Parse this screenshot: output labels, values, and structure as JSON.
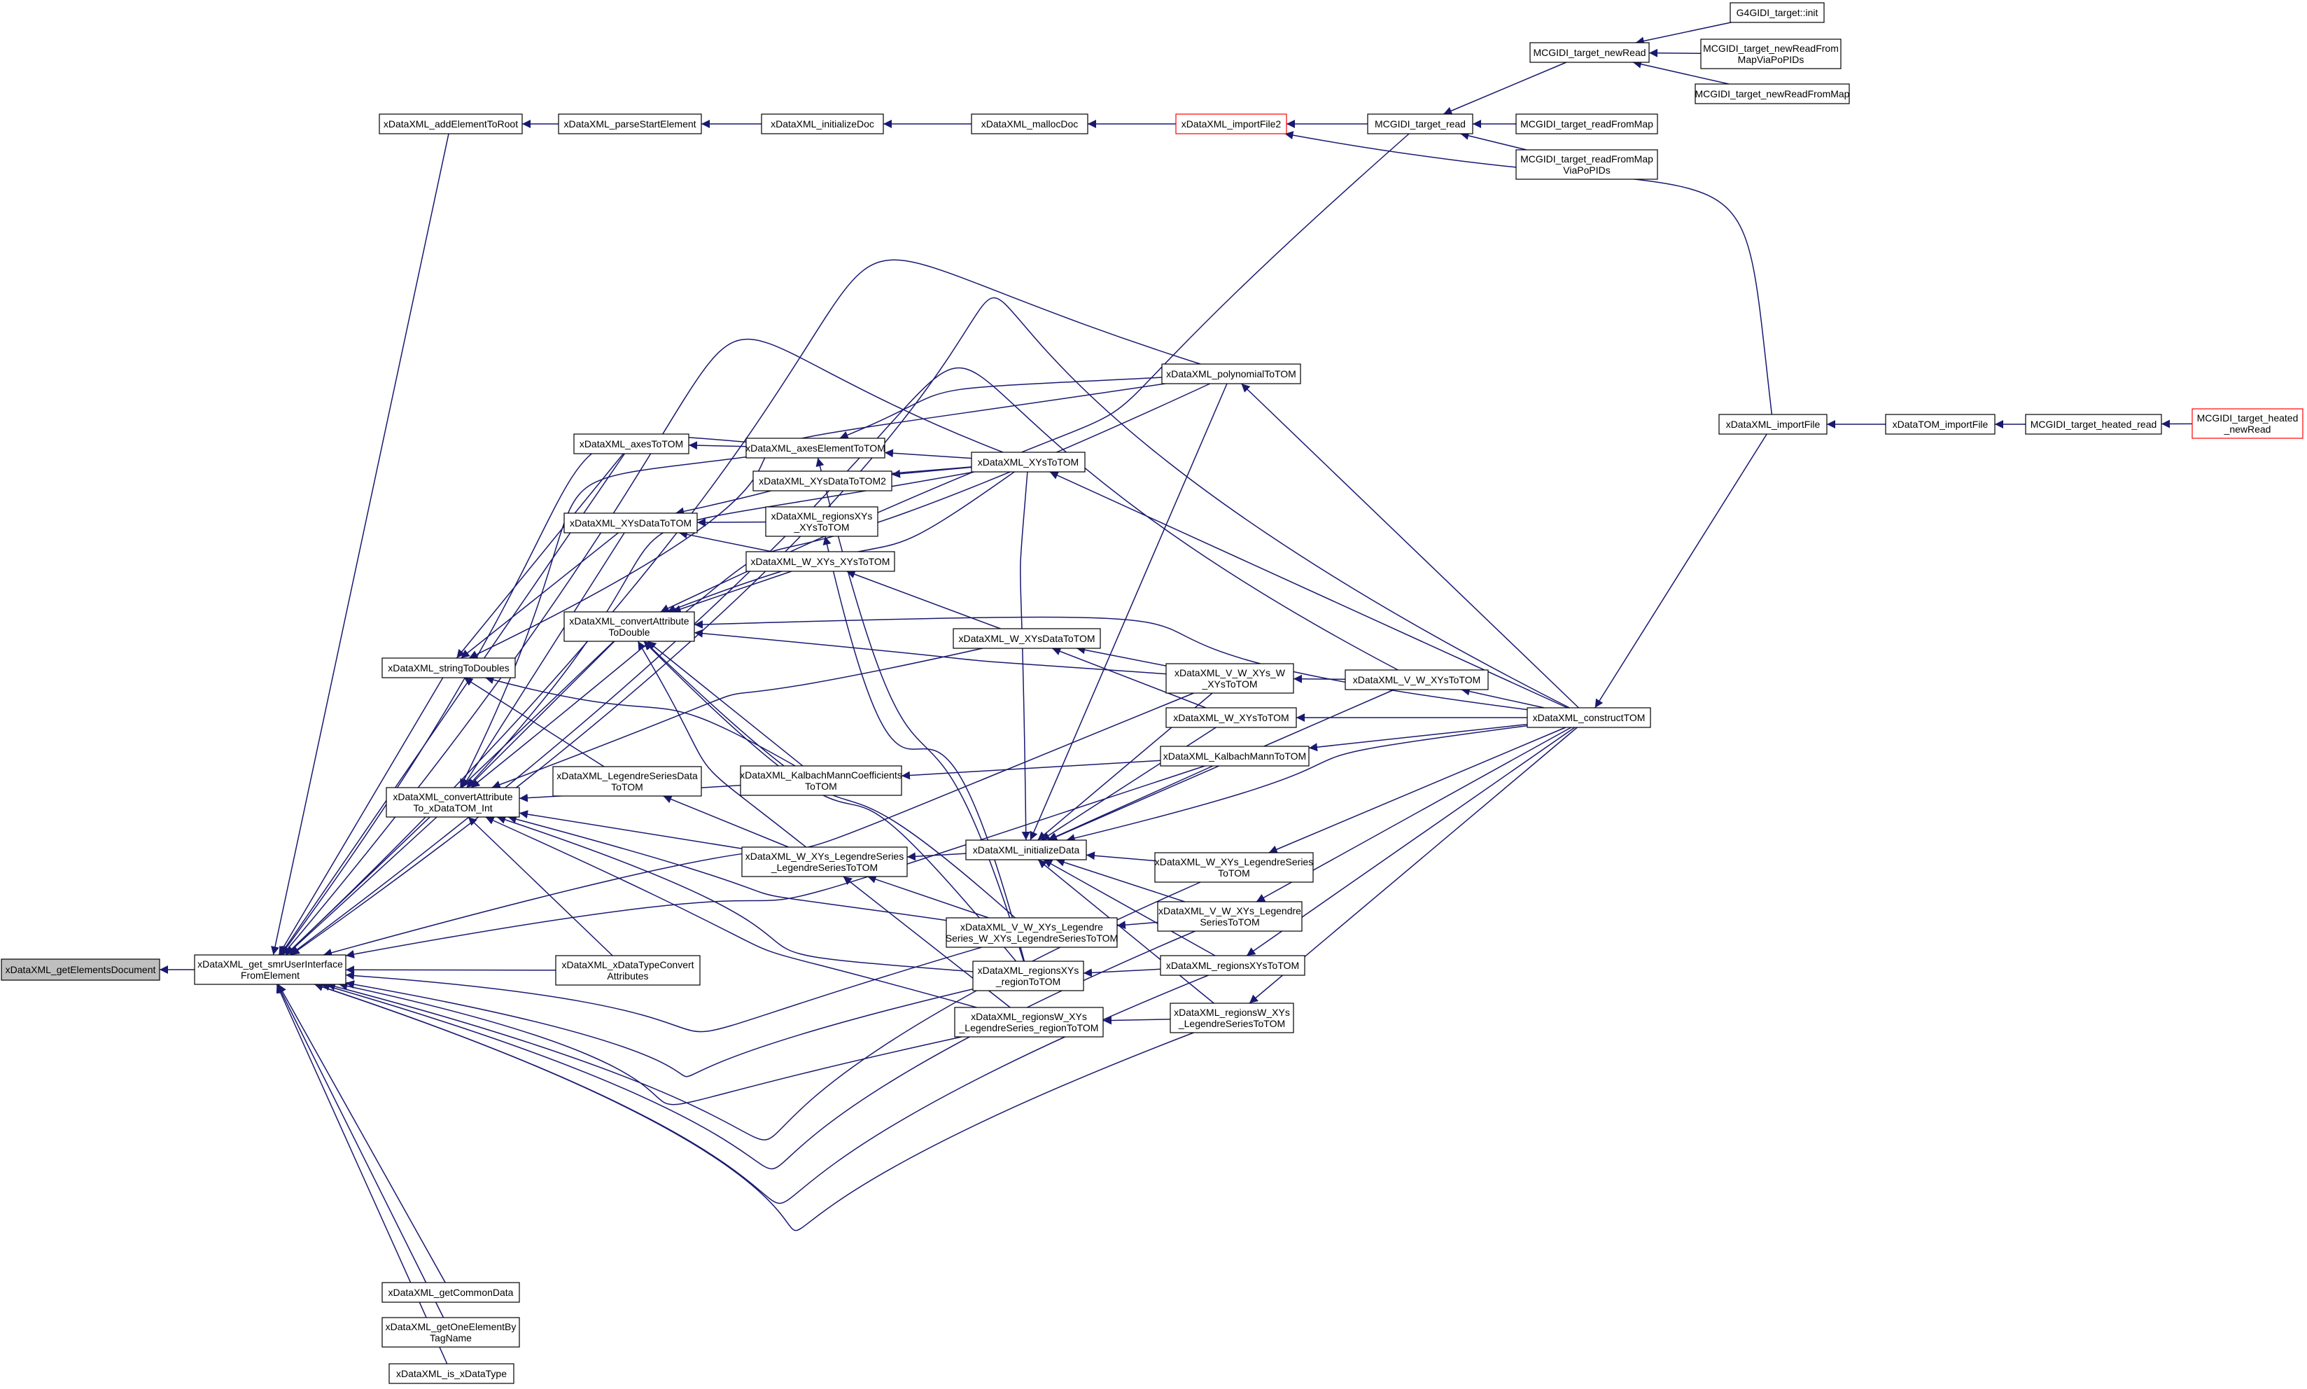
{
  "graph": {
    "colors": {
      "edge": "#191970",
      "node_border": "#000000",
      "root_fill": "#bfbfbf",
      "truncated_border": "#ff0000",
      "background": "#ffffff"
    },
    "nodes": [
      {
        "id": "root",
        "lines": [
          "xDataXML_getElementsDocument"
        ],
        "style": "root"
      },
      {
        "id": "smr",
        "lines": [
          "xDataXML_get_smrUserInterface",
          "FromElement"
        ]
      },
      {
        "id": "addElem",
        "lines": [
          "xDataXML_addElementToRoot"
        ]
      },
      {
        "id": "parseStart",
        "lines": [
          "xDataXML_parseStartElement"
        ]
      },
      {
        "id": "initDoc",
        "lines": [
          "xDataXML_initializeDoc"
        ]
      },
      {
        "id": "mallocDoc",
        "lines": [
          "xDataXML_mallocDoc"
        ]
      },
      {
        "id": "importFile2",
        "lines": [
          "xDataXML_importFile2"
        ],
        "style": "red"
      },
      {
        "id": "targetRead",
        "lines": [
          "MCGIDI_target_read"
        ]
      },
      {
        "id": "newRead",
        "lines": [
          "MCGIDI_target_newRead"
        ]
      },
      {
        "id": "g4init",
        "lines": [
          "G4GIDI_target::init"
        ]
      },
      {
        "id": "newReadFromMapPoPIDs",
        "lines": [
          "MCGIDI_target_newReadFrom",
          "MapViaPoPIDs"
        ]
      },
      {
        "id": "newReadFromMap",
        "lines": [
          "MCGIDI_target_newReadFromMap"
        ]
      },
      {
        "id": "readFromMap",
        "lines": [
          "MCGIDI_target_readFromMap"
        ]
      },
      {
        "id": "readFromMapPoPIDs",
        "lines": [
          "MCGIDI_target_readFromMap",
          "ViaPoPIDs"
        ]
      },
      {
        "id": "importFile",
        "lines": [
          "xDataXML_importFile"
        ]
      },
      {
        "id": "tomImport",
        "lines": [
          "xDataTOM_importFile"
        ]
      },
      {
        "id": "heatedRead",
        "lines": [
          "MCGIDI_target_heated_read"
        ]
      },
      {
        "id": "heatedNewRead",
        "lines": [
          "MCGIDI_target_heated",
          "_newRead"
        ],
        "style": "red"
      },
      {
        "id": "polyTOM",
        "lines": [
          "xDataXML_polynomialToTOM"
        ]
      },
      {
        "id": "axesElem",
        "lines": [
          "xDataXML_axesElementToTOM"
        ]
      },
      {
        "id": "axesTOM",
        "lines": [
          "xDataXML_axesToTOM"
        ]
      },
      {
        "id": "XYsTOM",
        "lines": [
          "xDataXML_XYsToTOM"
        ]
      },
      {
        "id": "XYsData2",
        "lines": [
          "xDataXML_XYsDataToTOM2"
        ]
      },
      {
        "id": "XYsData",
        "lines": [
          "xDataXML_XYsDataToTOM"
        ]
      },
      {
        "id": "regionsXYs_XYs",
        "lines": [
          "xDataXML_regionsXYs",
          "_XYsToTOM"
        ]
      },
      {
        "id": "WXYsXYs",
        "lines": [
          "xDataXML_W_XYs_XYsToTOM"
        ]
      },
      {
        "id": "convDouble",
        "lines": [
          "xDataXML_convertAttribute",
          "ToDouble"
        ]
      },
      {
        "id": "WXYsData",
        "lines": [
          "xDataXML_W_XYsDataToTOM"
        ]
      },
      {
        "id": "strToDoubles",
        "lines": [
          "xDataXML_stringToDoubles"
        ]
      },
      {
        "id": "VWXYsW",
        "lines": [
          "xDataXML_V_W_XYs_W",
          "_XYsToTOM"
        ]
      },
      {
        "id": "VWXYs",
        "lines": [
          "xDataXML_V_W_XYsToTOM"
        ]
      },
      {
        "id": "WXYs",
        "lines": [
          "xDataXML_W_XYsToTOM"
        ]
      },
      {
        "id": "construct",
        "lines": [
          "xDataXML_constructTOM"
        ]
      },
      {
        "id": "legSeriesData",
        "lines": [
          "xDataXML_LegendreSeriesData",
          "ToTOM"
        ]
      },
      {
        "id": "kalbachCoef",
        "lines": [
          "xDataXML_KalbachMannCoefficients",
          "ToTOM"
        ]
      },
      {
        "id": "kalbach",
        "lines": [
          "xDataXML_KalbachMannToTOM"
        ]
      },
      {
        "id": "convInt",
        "lines": [
          "xDataXML_convertAttribute",
          "To_xDataTOM_Int"
        ]
      },
      {
        "id": "initData",
        "lines": [
          "xDataXML_initializeData"
        ]
      },
      {
        "id": "WXYsLegLeg",
        "lines": [
          "xDataXML_W_XYs_LegendreSeries",
          "_LegendreSeriesToTOM"
        ]
      },
      {
        "id": "WXYsLeg",
        "lines": [
          "xDataXML_W_XYs_LegendreSeries",
          "ToTOM"
        ]
      },
      {
        "id": "VWXYsLegLong",
        "lines": [
          "xDataXML_V_W_XYs_Legendre",
          "Series_W_XYs_LegendreSeriesToTOM"
        ]
      },
      {
        "id": "VWXYsLeg",
        "lines": [
          "xDataXML_V_W_XYs_Legendre",
          "SeriesToTOM"
        ]
      },
      {
        "id": "typeConvert",
        "lines": [
          "xDataXML_xDataTypeConvert",
          "Attributes"
        ]
      },
      {
        "id": "regionsXYsRegion",
        "lines": [
          "xDataXML_regionsXYs",
          "_regionToTOM"
        ]
      },
      {
        "id": "regionsXYs",
        "lines": [
          "xDataXML_regionsXYsToTOM"
        ]
      },
      {
        "id": "regionsWRegion",
        "lines": [
          "xDataXML_regionsW_XYs",
          "_LegendreSeries_regionToTOM"
        ]
      },
      {
        "id": "regionsW",
        "lines": [
          "xDataXML_regionsW_XYs",
          "_LegendreSeriesToTOM"
        ]
      },
      {
        "id": "commonData",
        "lines": [
          "xDataXML_getCommonData"
        ]
      },
      {
        "id": "oneElem",
        "lines": [
          "xDataXML_getOneElementBy",
          "TagName"
        ]
      },
      {
        "id": "isType",
        "lines": [
          "xDataXML_is_xDataType"
        ]
      }
    ]
  }
}
